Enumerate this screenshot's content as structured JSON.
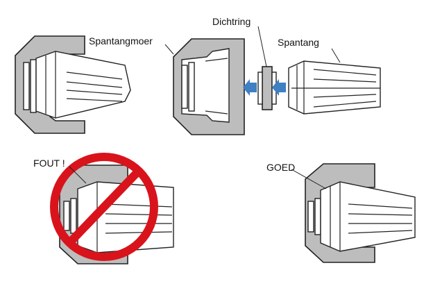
{
  "labels": {
    "nut": "Spantangmoer",
    "seal": "Dichtring",
    "collet": "Spantang",
    "wrong": "FOUT !",
    "right": "GOED"
  },
  "colors": {
    "part_fill": "#bdbdbd",
    "outline": "#222222",
    "arrow": "#3f7fc4",
    "prohibition": "#d9131b"
  },
  "icons": {
    "arrows": "arrow-left-icon",
    "prohibition": "prohibition-sign-icon"
  }
}
